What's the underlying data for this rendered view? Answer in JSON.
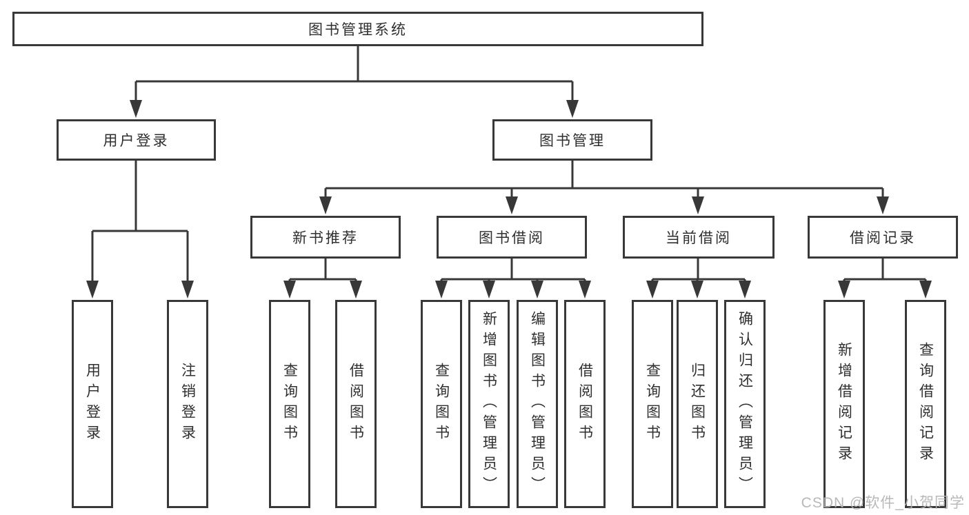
{
  "diagram": {
    "root": {
      "label": "图书管理系统"
    },
    "level2": [
      {
        "label": "用户登录"
      },
      {
        "label": "图书管理"
      }
    ],
    "level3": [
      {
        "label": "新书推荐"
      },
      {
        "label": "图书借阅"
      },
      {
        "label": "当前借阅"
      },
      {
        "label": "借阅记录"
      }
    ],
    "leaves": {
      "login": [
        "用户登录",
        "注销登录"
      ],
      "recommend": [
        "查询图书",
        "借阅图书"
      ],
      "borrow": [
        "查询图书",
        "新增图书（管理员）",
        "编辑图书（管理员）",
        "借阅图书"
      ],
      "current": [
        "查询图书",
        "归还图书",
        "确认归还（管理员）"
      ],
      "records": [
        "新增借阅记录",
        "查询借阅记录"
      ]
    }
  },
  "watermark": "CSDN @软件_小贺同学",
  "colors": {
    "line": "#383838",
    "box_border": "#383838",
    "text": "#2f2f2f",
    "watermark": "#b3b3b3",
    "background": "#ffffff"
  }
}
